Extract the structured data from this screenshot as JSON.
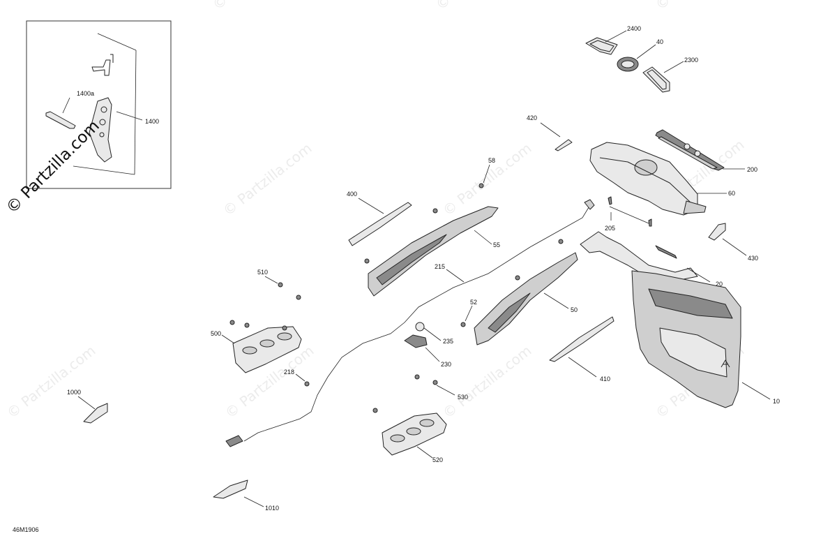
{
  "watermark": {
    "text": "© Partzilla.com",
    "primary_text": "© Partzilla.com"
  },
  "drawing_code": "46M1906",
  "callouts": [
    {
      "id": "2400",
      "text": "2400"
    },
    {
      "id": "40",
      "text": "40"
    },
    {
      "id": "2300",
      "text": "2300"
    },
    {
      "id": "420",
      "text": "420"
    },
    {
      "id": "200",
      "text": "200"
    },
    {
      "id": "60",
      "text": "60"
    },
    {
      "id": "205",
      "text": "205"
    },
    {
      "id": "430",
      "text": "430"
    },
    {
      "id": "20",
      "text": "20"
    },
    {
      "id": "58",
      "text": "58"
    },
    {
      "id": "400",
      "text": "400"
    },
    {
      "id": "55",
      "text": "55"
    },
    {
      "id": "215",
      "text": "215"
    },
    {
      "id": "50",
      "text": "50"
    },
    {
      "id": "52",
      "text": "52"
    },
    {
      "id": "510",
      "text": "510"
    },
    {
      "id": "500",
      "text": "500"
    },
    {
      "id": "235",
      "text": "235"
    },
    {
      "id": "230",
      "text": "230"
    },
    {
      "id": "218",
      "text": "218"
    },
    {
      "id": "530",
      "text": "530"
    },
    {
      "id": "410",
      "text": "410"
    },
    {
      "id": "10",
      "text": "10"
    },
    {
      "id": "1000",
      "text": "1000"
    },
    {
      "id": "520",
      "text": "520"
    },
    {
      "id": "1010",
      "text": "1010"
    },
    {
      "id": "1400a",
      "text": "1400a"
    },
    {
      "id": "1400",
      "text": "1400"
    }
  ]
}
